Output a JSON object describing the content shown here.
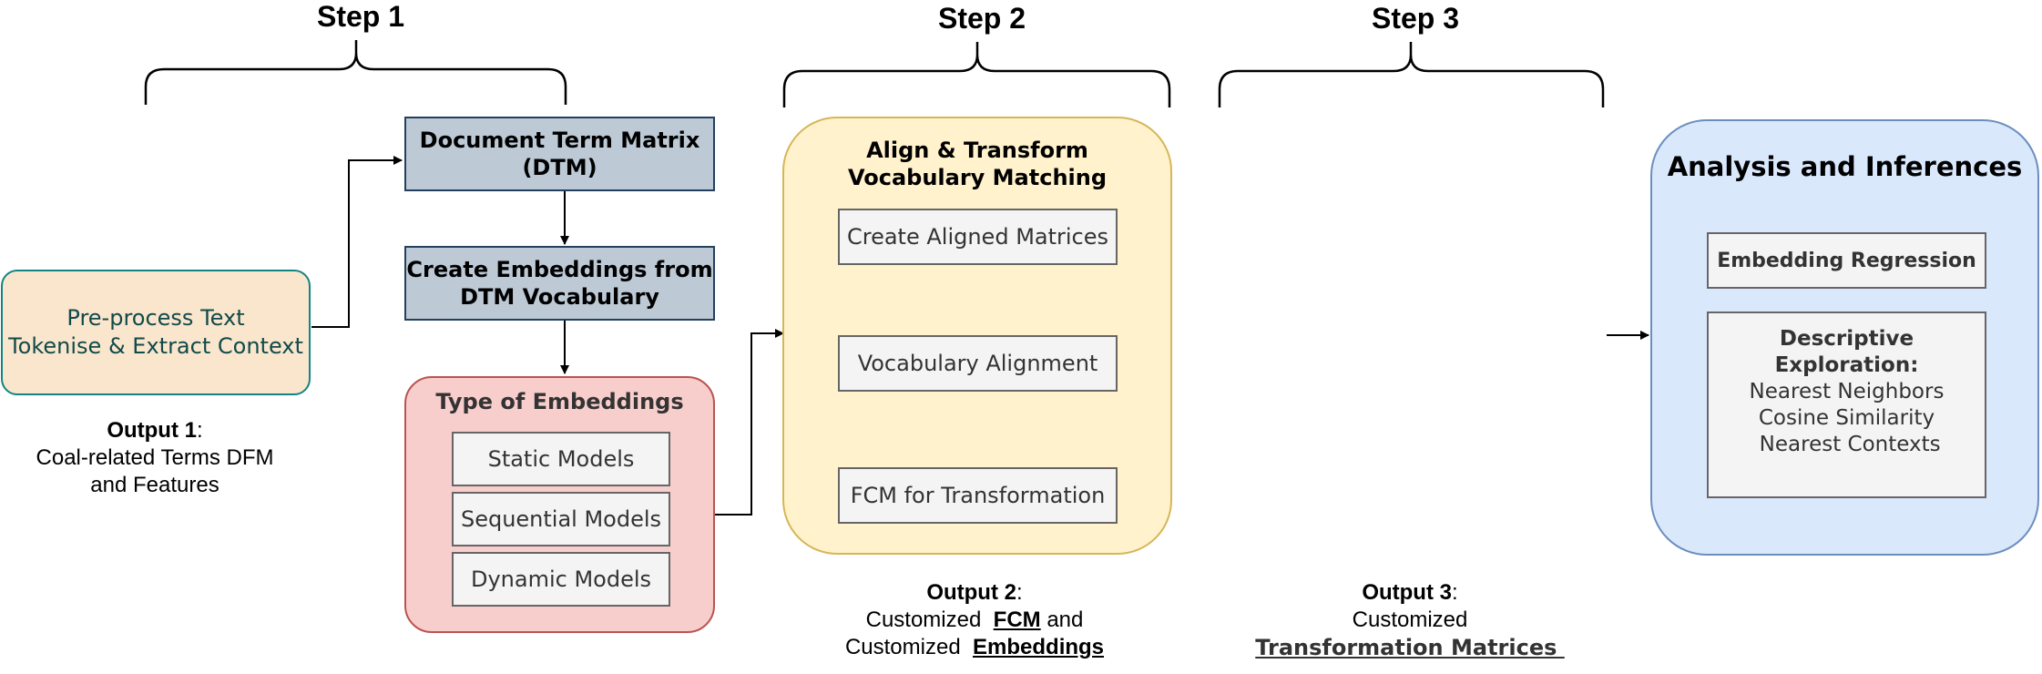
{
  "steps": {
    "step1": "Step 1",
    "step2": "Step 2",
    "step3": "Step 3"
  },
  "preprocess": {
    "line1": "Pre-process Text",
    "line2": "Tokenise & Extract Context"
  },
  "output1": {
    "label": "Output 1",
    "colon": ":",
    "line1": "Coal-related Terms DFM",
    "line2": "and Features"
  },
  "dtm": {
    "line1": "Document Term Matrix",
    "line2": "(DTM)"
  },
  "embed_from_dtm": {
    "line1": "Create Embeddings from",
    "line2": "DTM  Vocabulary"
  },
  "types": {
    "title": "Type of Embeddings",
    "items": [
      "Static Models",
      "Sequential Models",
      "Dynamic Models"
    ]
  },
  "align": {
    "title_line1": "Align & Transform",
    "title_line2": "Vocabulary Matching",
    "items": [
      "Create Aligned Matrices",
      "Vocabulary Alignment",
      "FCM for Transformation"
    ]
  },
  "output2": {
    "label": "Output 2",
    "colon": ":",
    "line1_prefix": "Customized ",
    "line1_term": "FCM",
    "line1_suffix": " and",
    "line2_prefix": "Customized ",
    "line2_term": "Embeddings"
  },
  "output3": {
    "label": "Output 3",
    "colon": ":",
    "line1": "Customized",
    "line2": "Transformation Matrices "
  },
  "analysis": {
    "title": "Analysis and Inferences",
    "regression": "Embedding Regression",
    "descriptive_title_line1": "Descriptive",
    "descriptive_title_line2": "Exploration:",
    "descriptive_items": [
      "Nearest Neighbors",
      "Cosine Similarity",
      " Nearest Contexts"
    ]
  },
  "colors": {
    "preprocess_fill": "#fae6cd",
    "preprocess_border": "#128484",
    "dtm_fill": "#bdc9d5",
    "dtm_border": "#23405f",
    "types_fill": "#f8cecc",
    "types_border": "#b85450",
    "align_fill": "#fff2cc",
    "align_border": "#d6b656",
    "analysis_fill": "#dae8fc",
    "analysis_border": "#6c8ebf"
  }
}
